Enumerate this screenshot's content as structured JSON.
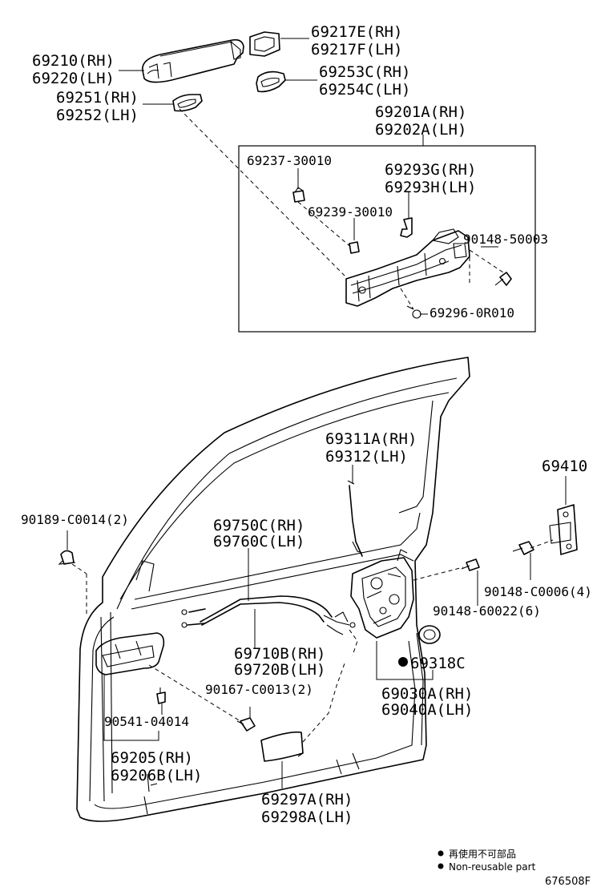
{
  "labels": {
    "handle_rh": "69210(RH)",
    "handle_lh": "69220(LH)",
    "cover_rh": "69217E(RH)",
    "cover_lh": "69217F(LH)",
    "pad_a_rh": "69253C(RH)",
    "pad_a_lh": "69254C(LH)",
    "pad_b_rh": "69251(RH)",
    "pad_b_lh": "69252(LH)",
    "frame_rh": "69201A(RH)",
    "frame_lh": "69202A(LH)",
    "p69237": "69237-30010",
    "p69293_rh": "69293G(RH)",
    "p69293_lh": "69293H(LH)",
    "p69239": "69239-30010",
    "p90148_50003": "90148-50003",
    "p69296": "69296-0R010",
    "rod_rh": "69311A(RH)",
    "rod_lh": "69312(LH)",
    "striker": "69410",
    "clip": "90189-C0014(2)",
    "cable_a_rh": "69750C(RH)",
    "cable_a_lh": "69760C(LH)",
    "screw_c0006": "90148-C0006(4)",
    "screw_60022": "90148-60022(6)",
    "cable_b_rh": "69710B(RH)",
    "cable_b_lh": "69720B(LH)",
    "seal": "69318C",
    "screw_c0013": "90167-C0013(2)",
    "lock_rh": "69030A(RH)",
    "lock_lh": "69040A(LH)",
    "screw_04014": "90541-04014",
    "inner_rh": "69205(RH)",
    "inner_lh": "69206B(LH)",
    "cover2_rh": "69297A(RH)",
    "cover2_lh": "69298A(LH)"
  },
  "legend": {
    "line_jp": "再使用不可部品",
    "line_en": "Non-reusable part"
  },
  "code": "676508F"
}
